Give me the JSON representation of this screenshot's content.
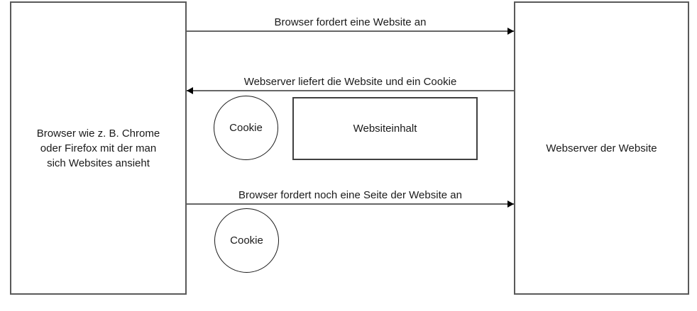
{
  "diagram": {
    "left_box": {
      "label_lines": {
        "line1": "Browser wie z. B. Chrome",
        "line2": "oder Firefox mit der man",
        "line3": "sich Websites ansieht"
      }
    },
    "right_box": {
      "label": "Webserver der Website"
    },
    "arrows": {
      "request1": {
        "label": "Browser fordert eine Website an",
        "direction": "left-to-right"
      },
      "response": {
        "label": "Webserver liefert die Website und ein Cookie",
        "direction": "right-to-left"
      },
      "request2": {
        "label": "Browser fordert noch eine Seite der Website an",
        "direction": "left-to-right"
      }
    },
    "payloads": {
      "cookie1": {
        "label": "Cookie"
      },
      "website_content": {
        "label": "Websiteinhalt"
      },
      "cookie2": {
        "label": "Cookie"
      }
    },
    "colors": {
      "background": "#ffffff",
      "actor_box_border": "#595959",
      "arrow_line": "#666666",
      "arrowhead": "#000000",
      "shape_border": "#1a1a1a",
      "text": "#1a1a1a"
    }
  }
}
